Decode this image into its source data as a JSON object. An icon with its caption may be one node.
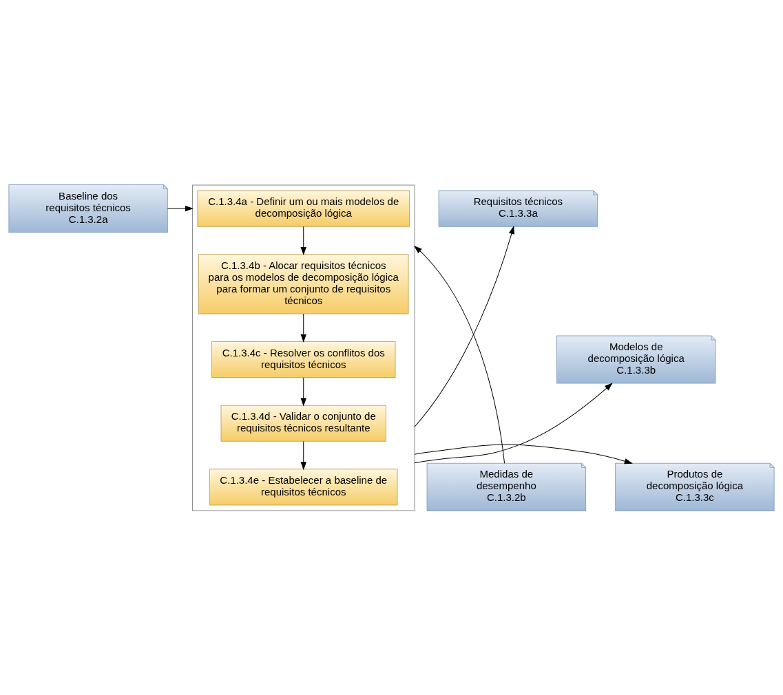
{
  "diagram": {
    "nodes": [
      {
        "text": [
          "Baseline dos requisitos técnicos C.1.3.2a"
        ]
      },
      {
        "text": [
          "Medidas de desempenho C.1.3.2b"
        ]
      },
      {
        "text": [],
        "shape": "box"
      },
      {
        "text": [
          "C.1.3.4a - Definir um ou mais modelos de decomposição lógica"
        ],
        "in": 2
      },
      {
        "text": [
          "C.1.3.4b - Alocar requisitos técnicos para os modelos de decomposição lógica para formar um conjunto de requisitos técnicos"
        ],
        "in": 2
      },
      {
        "text": [
          "C.1.3.4c - Resolver os conflitos dos requisitos técnicos"
        ],
        "in": 2
      },
      {
        "text": [
          "C.1.3.4d - Validar o conjunto de requisitos técnicos resultante"
        ],
        "in": 2
      },
      {
        "text": [
          "C.1.3.4e - Estabelecer a baseline de requisitos técnicos"
        ],
        "in": 2
      },
      {
        "text": [
          "Requisitos técnicos C.1.3.3a"
        ]
      },
      {
        "text": [
          "Modelos de decomposição lógica C.1.3.3b"
        ]
      },
      {
        "text": [
          "Produtos de decomposição lógica C.1.3.3c"
        ]
      }
    ],
    "edges": [
      {
        "from": 0,
        "to": 2,
        "arrow": "to"
      },
      {
        "from": 1,
        "to": 2,
        "arrow": "to"
      },
      {
        "from": 3,
        "to": 4,
        "arrow": "to"
      },
      {
        "from": 4,
        "to": 5,
        "arrow": "to"
      },
      {
        "from": 5,
        "to": 6,
        "arrow": "to"
      },
      {
        "from": 6,
        "to": 7,
        "arrow": "to"
      },
      {
        "from": 2,
        "to": 8,
        "arrow": "to"
      },
      {
        "from": 2,
        "to": 9,
        "arrow": "to"
      },
      {
        "from": 2,
        "to": 10,
        "arrow": "to"
      }
    ]
  }
}
